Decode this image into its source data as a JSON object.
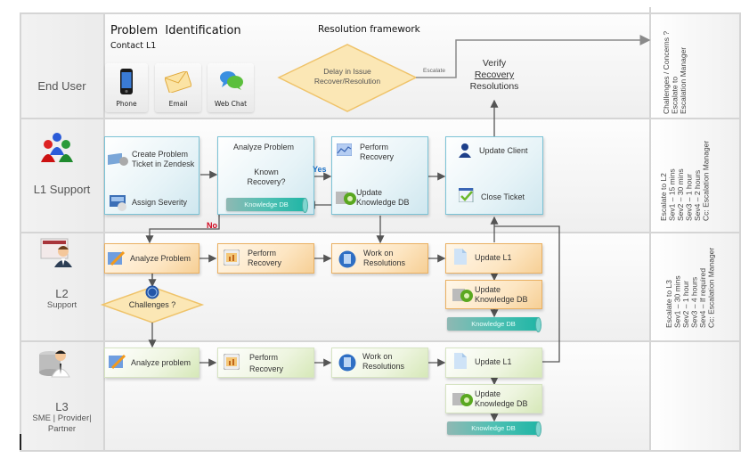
{
  "header": {
    "title": "Problem  Identification",
    "subtitle": "Contact L1",
    "framework_title": "Resolution framework"
  },
  "channels": [
    {
      "label": "Phone",
      "icon": "phone-icon"
    },
    {
      "label": "Email",
      "icon": "email-icon"
    },
    {
      "label": "Web Chat",
      "icon": "web-chat-icon"
    }
  ],
  "lanes": {
    "end_user": {
      "title": "End User"
    },
    "l1": {
      "title": "L1 Support"
    },
    "l2": {
      "title": "L2",
      "subtitle": "Support"
    },
    "l3": {
      "title": "L3",
      "subtitle_1": "SME | Provider|",
      "subtitle_2": "Partner"
    }
  },
  "end_user_flow": {
    "decision": {
      "line1": "Delay in Issue",
      "line2": "Recover/Resolution"
    },
    "escalate_label": "Escalate",
    "verify": {
      "line1": "Verify",
      "line2": "Recovery",
      "line3": "Resolutions"
    }
  },
  "l1_flow": {
    "create_ticket": {
      "line1": "Create Problem",
      "line2": "Ticket in Zendesk"
    },
    "assign_severity": "Assign Severity",
    "analyze_problem": "Analyze Problem",
    "known_recovery": {
      "line1": "Known",
      "line2": "Recovery?"
    },
    "knowledge_db": "Knowledge DB",
    "yes_label": "Yes",
    "no_label": "No",
    "perform_recovery": {
      "line1": "Perform",
      "line2": "Recovery"
    },
    "update_kdb": {
      "line1": "Update",
      "line2": "Knowledge DB"
    },
    "update_client": "Update Client",
    "close_ticket": "Close Ticket"
  },
  "l2_flow": {
    "analyze_problem": "Analyze Problem",
    "challenges": "Challenges ?",
    "perform_recovery": {
      "line1": "Perform",
      "line2": "Recovery"
    },
    "work_on": {
      "line1": "Work on",
      "line2": "Resolutions"
    },
    "update_l1": "Update L1",
    "update_kdb": {
      "line1": "Update",
      "line2": "Knowledge DB"
    },
    "knowledge_db": "Knowledge DB"
  },
  "l3_flow": {
    "analyze_problem": "Analyze problem",
    "perform_recovery": {
      "line1": "Perform",
      "line2": "Recovery"
    },
    "work_on": {
      "line1": "Work on",
      "line2": "Resolutions"
    },
    "update_l1": "Update L1",
    "update_kdb": {
      "line1": "Update",
      "line2": "Knowledge DB"
    },
    "knowledge_db": "Knowledge DB"
  },
  "notes": {
    "end_user": "Challenges / Concerns ?\nEscalate to\nEscalation Manager",
    "l1": "Escalate to L2\nSev1 – 15 mins\nSev2 – 30 mins\nSev3 – 1 hour\nSev4 – 2 hours\nCc: Escalation Manager",
    "l2": "Escalate to L3\nSev1 – 30 mins\nSev2 – 1 hour\nSev3 – 4 hours\nSev4 – If required\nCc: Escalation Manager"
  },
  "colors": {
    "blue_box_border": "#7cc3d6",
    "orange_box_border": "#eab061",
    "green_box_fill": "#d6e8b8",
    "decision_fill": "#fbe7b5",
    "knowledge_db": "#1fb5a5",
    "yes_label": "#1a6fc4",
    "no_label": "#d0021b"
  }
}
